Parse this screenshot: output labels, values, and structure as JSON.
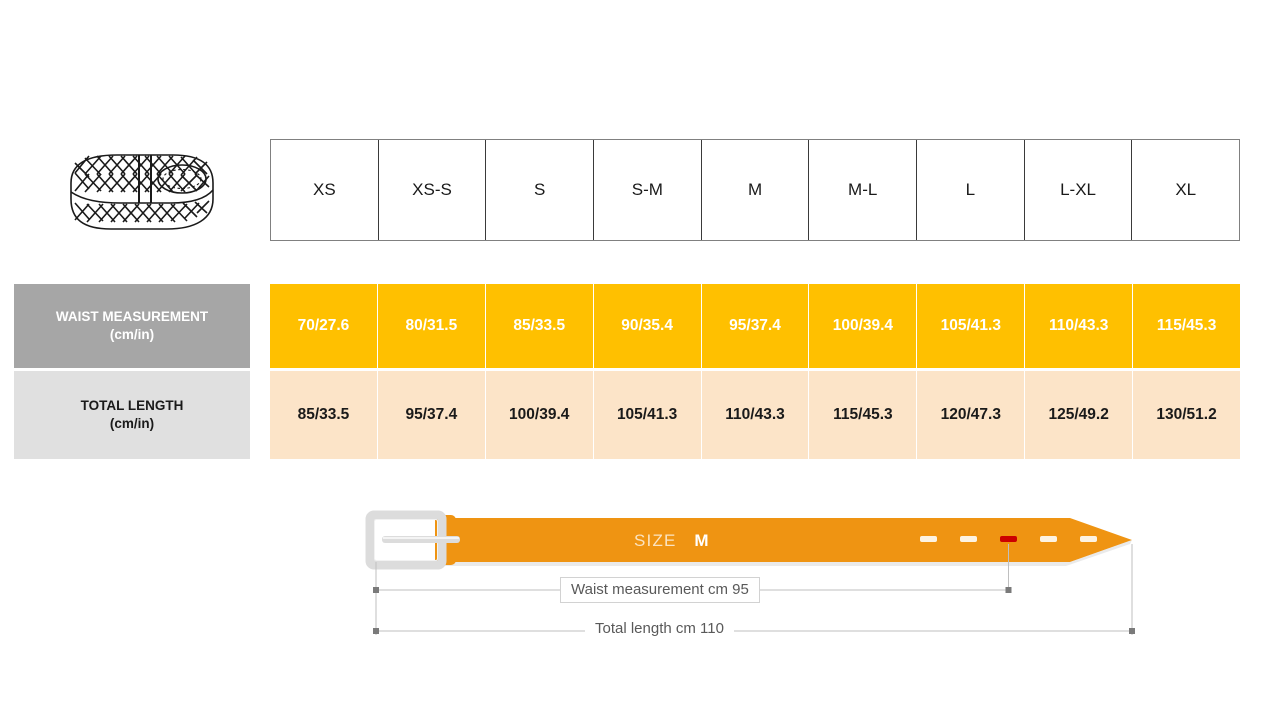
{
  "product": {
    "icon_name": "braided-belt-icon",
    "alt": "Braided belt coiled with oval buckle"
  },
  "table": {
    "size_headers": [
      "XS",
      "XS-S",
      "S",
      "S-M",
      "M",
      "M-L",
      "L",
      "L-XL",
      "XL"
    ],
    "rows": [
      {
        "label_line1": "WAIST MEASUREMENT",
        "label_line2": "(cm/in)",
        "label_bg": "#a6a6a6",
        "label_color": "#ffffff",
        "cell_bg": "#ffc000",
        "cell_color": "#ffffff",
        "values": [
          "70/27.6",
          "80/31.5",
          "85/33.5",
          "90/35.4",
          "95/37.4",
          "100/39.4",
          "105/41.3",
          "110/43.3",
          "115/45.3"
        ]
      },
      {
        "label_line1": "TOTAL LENGTH",
        "label_line2": "(cm/in)",
        "label_bg": "#e0e0e0",
        "label_color": "#1a1a1a",
        "cell_bg": "#fce4c8",
        "cell_color": "#1a1a1a",
        "values": [
          "85/33.5",
          "95/37.4",
          "100/39.4",
          "105/41.3",
          "110/43.3",
          "115/45.3",
          "120/47.3",
          "125/49.2",
          "130/51.2"
        ]
      }
    ]
  },
  "diagram": {
    "size_prefix": "SIZE",
    "size_value": "M",
    "waist_label": "Waist measurement cm 95",
    "total_label": "Total length cm 110",
    "belt_color": "#ef9412",
    "buckle_color": "#dcdcdc",
    "active_hole_color": "#cc0000",
    "hole_count": 5,
    "active_hole_index": 3
  }
}
